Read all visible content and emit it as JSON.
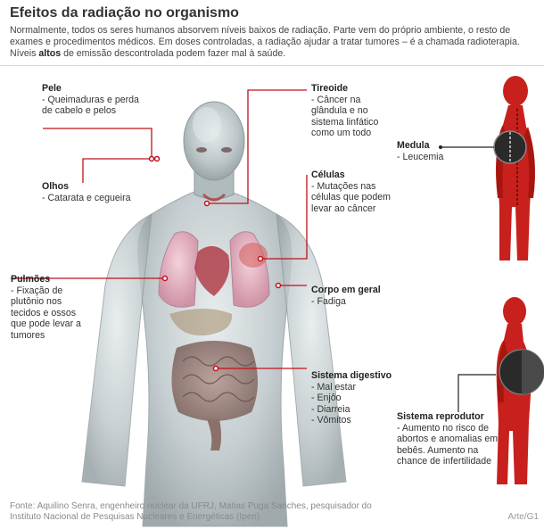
{
  "title": "Efeitos da radiação no organismo",
  "intro": {
    "part1": "Normalmente, todos os seres humanos absorvem níveis baixos de radiação. Parte vem do próprio ambiente, o resto de exames e procedimentos médicos. Em doses controladas, a radiação ajudar a tratar tumores – é a chamada radioterapia. Níveis ",
    "bold": "altos",
    "part2": " de emissão descontrolada podem fazer mal à saúde."
  },
  "labels": {
    "pele": {
      "heading": "Pele",
      "items": [
        "- Queimaduras e perda",
        "de cabelo e pelos"
      ]
    },
    "olhos": {
      "heading": "Olhos",
      "items": [
        "- Catarata e cegueira"
      ]
    },
    "pulmoes": {
      "heading": "Pulmões",
      "items": [
        "- Fixação de",
        "plutônio nos",
        "tecidos e ossos",
        "que pode levar a",
        "tumores"
      ]
    },
    "tireoide": {
      "heading": "Tireoide",
      "items": [
        "- Câncer na",
        "glândula e no",
        "sistema linfático",
        "como um todo"
      ]
    },
    "celulas": {
      "heading": "Células",
      "items": [
        "- Mutações nas",
        "células que podem",
        "levar ao câncer"
      ]
    },
    "corpo": {
      "heading": "Corpo em geral",
      "items": [
        "- Fadiga"
      ]
    },
    "digestivo": {
      "heading": "Sistema digestivo",
      "items": [
        "- Mal estar",
        "- Enjôo",
        "- Diarreia",
        "- Vômitos"
      ]
    },
    "medula": {
      "heading": "Medula",
      "items": [
        "- Leucemia"
      ]
    },
    "reprodutor": {
      "heading": "Sistema reprodutor",
      "items": [
        "- Aumento no risco de",
        "abortos e anomalias em",
        "bebês. Aumento na",
        "chance de infertilidade"
      ]
    }
  },
  "source": "Fonte: Aquilino Senra, engenheiro nuclear da UFRJ, Matias Puga Sanches, pesquisador do Instituto Nacional de Pesquisas Nucleares e Energéticas (Ipen)",
  "credit": "Arte/G1",
  "colors": {
    "accent_red": "#c0101a",
    "figure_red": "#c8201c",
    "body_gray": "#b7c1c4",
    "lung_pink": "#e6b6c4",
    "heart_red": "#b84a4a",
    "intestine": "#9a8078"
  }
}
